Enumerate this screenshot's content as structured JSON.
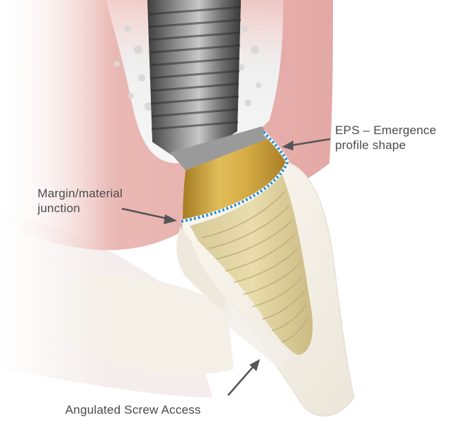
{
  "labels": {
    "eps": {
      "line1": "EPS – Emergence",
      "line2": "profile shape"
    },
    "margin": {
      "line1": "Margin/material",
      "line2": "junction"
    },
    "screw": {
      "line1": "Angulated Screw Access"
    }
  },
  "colors": {
    "gum": "#e9b6b2",
    "bone": "#f2f2f2",
    "tooth": "#f6f2ea",
    "gold": "#c9a54a",
    "implant": "#5a5a5a",
    "dotted_line": "#2f8fd0",
    "arrow": "#555555",
    "text": "#4a4a4a"
  }
}
